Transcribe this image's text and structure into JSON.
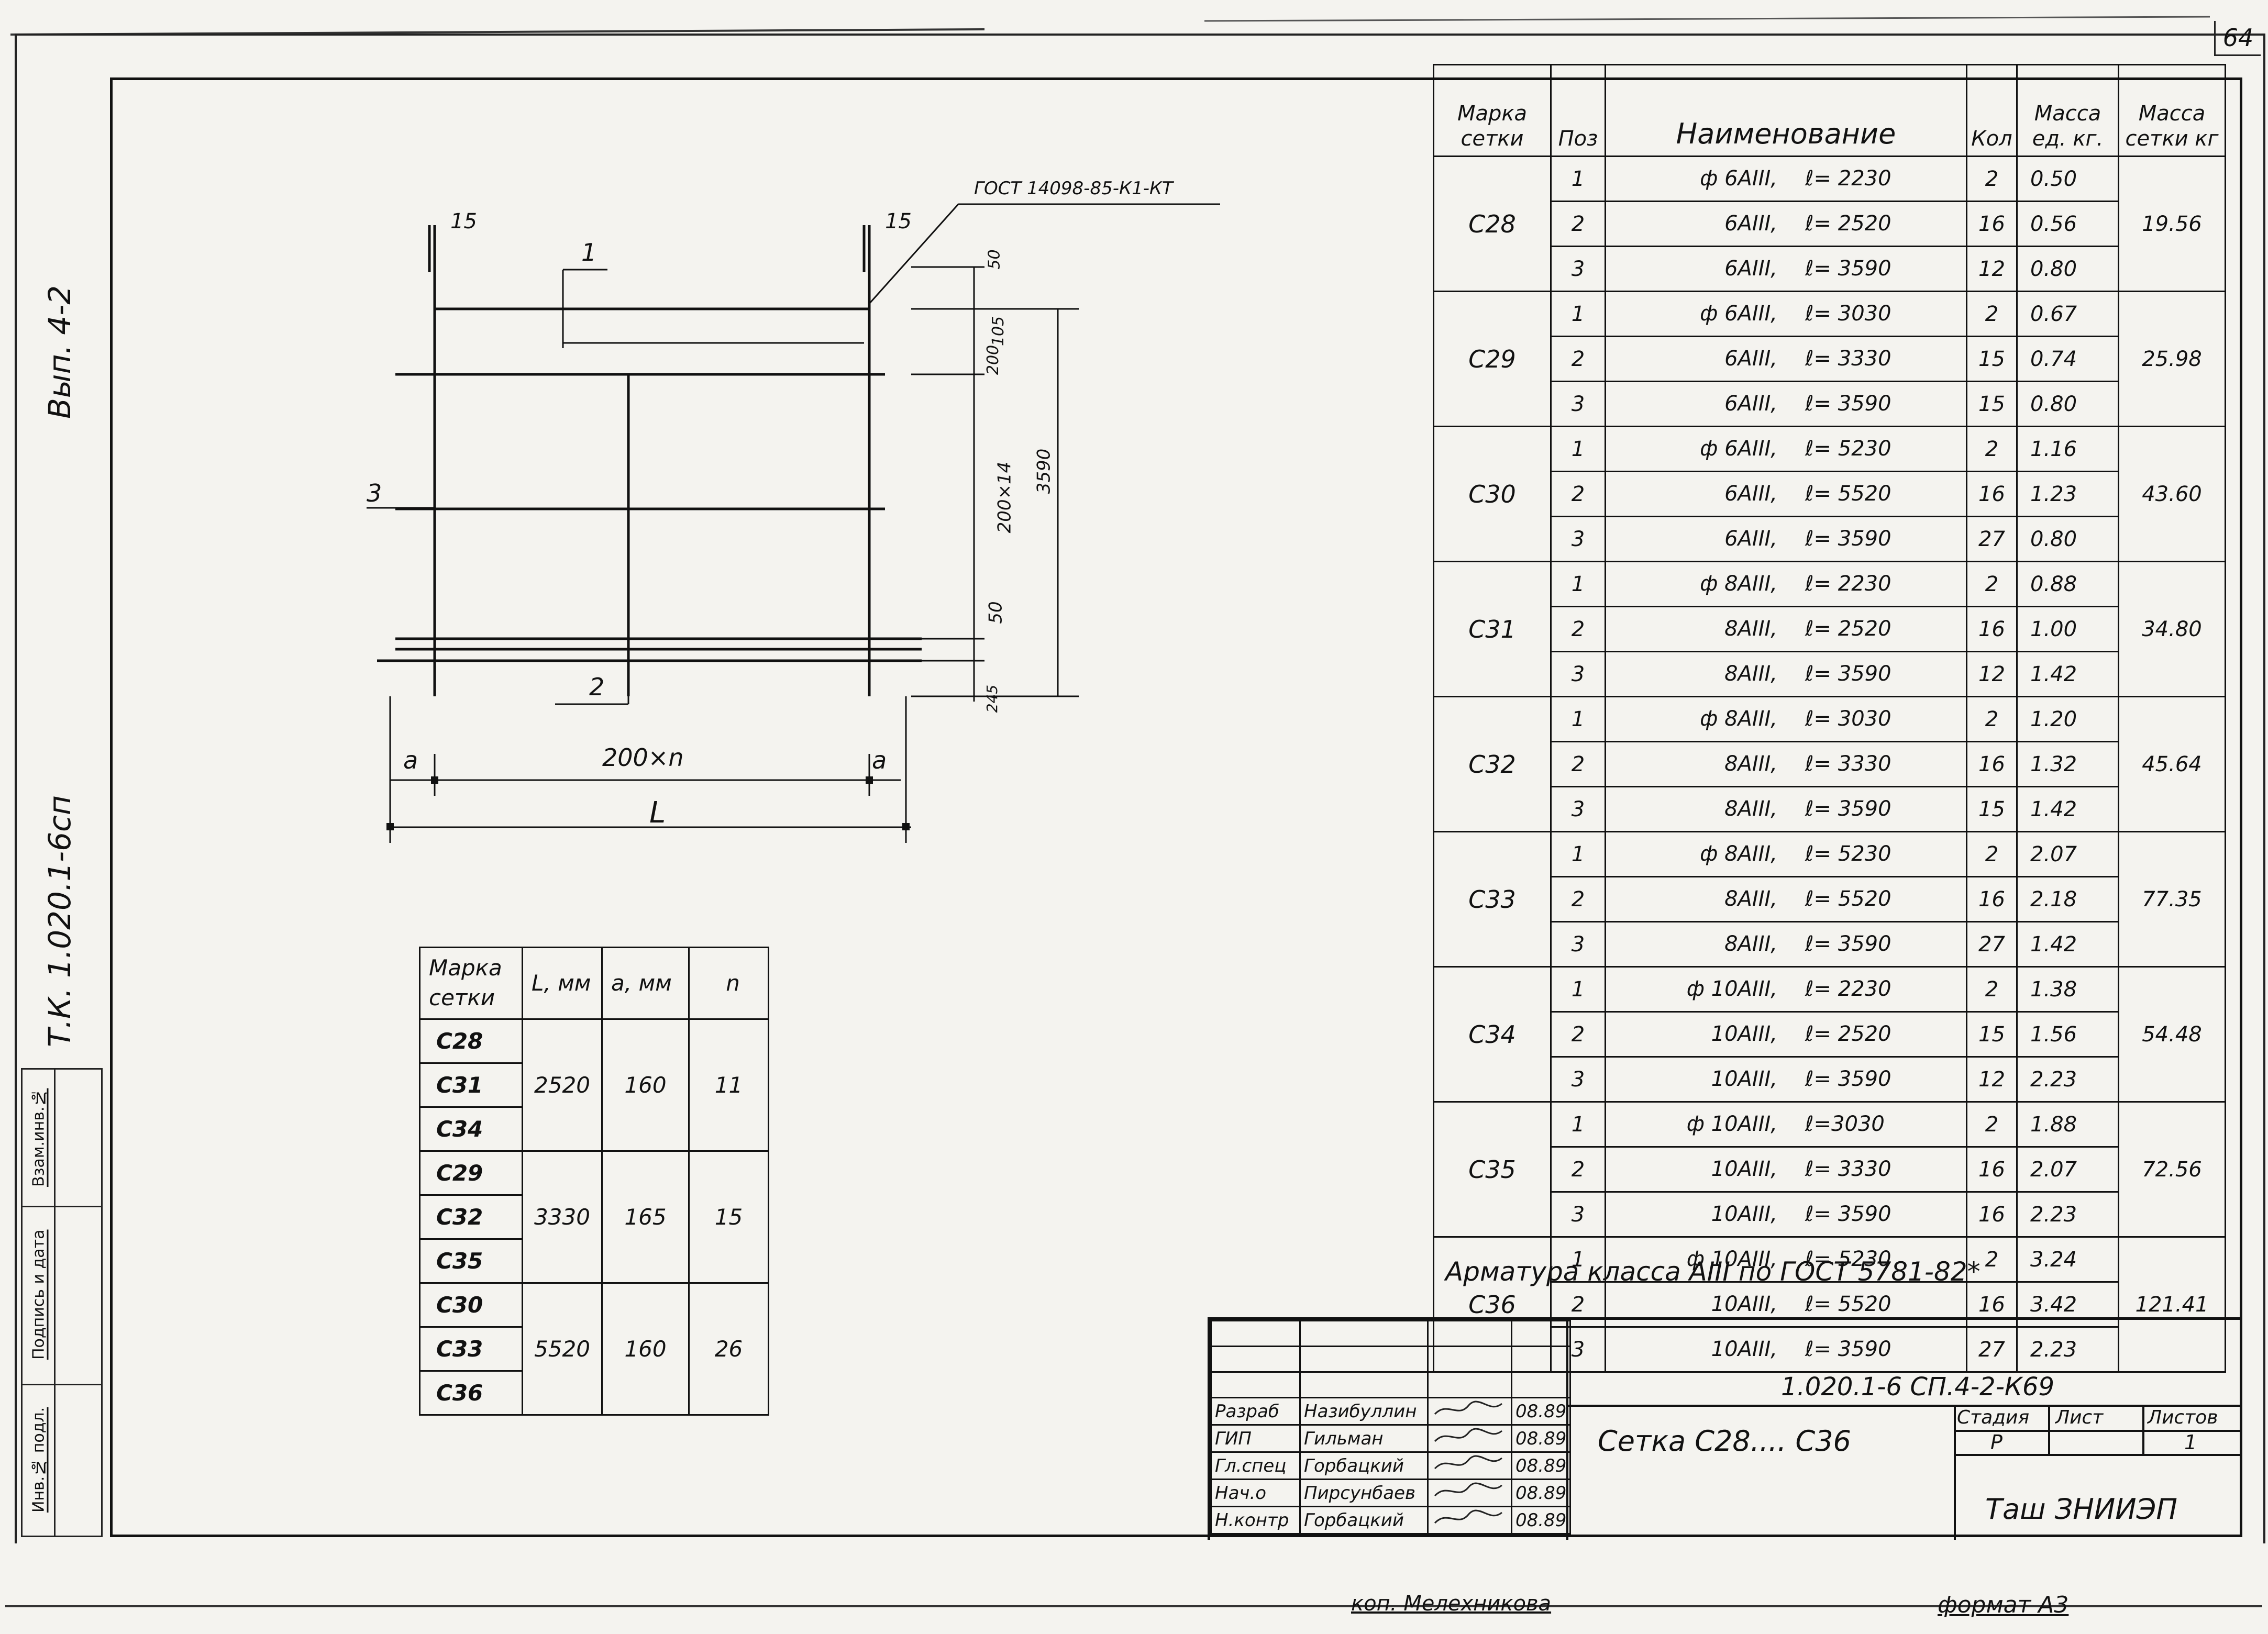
{
  "sheet_number": "64",
  "side_labels": {
    "top": "Вып. 4-2",
    "bottom": "Т.К. 1.020.1-6сп"
  },
  "binding_strip": [
    "Инв.№ подл.",
    "Подпись и дата",
    "Взам.инв.№"
  ],
  "drawing": {
    "gost_note": "ГОСТ 14098-85-К1-КТ",
    "dim_15_left": "15",
    "dim_15_right": "15",
    "pos_1": "1",
    "pos_2": "2",
    "pos_3": "3",
    "dim_a_left": "a",
    "dim_a_right": "a",
    "dim_200n": "200×n",
    "dim_L": "L",
    "dim_50_top": "50",
    "dim_105": "105",
    "dim_200": "200",
    "dim_200x14": "200×14",
    "dim_3590": "3590",
    "dim_50": "50",
    "dim_245": "245"
  },
  "spec_table": {
    "headers": [
      "Марка сетки",
      "Поз",
      "Наименование",
      "Кол",
      "Масса ед. кг.",
      "Масса сетки кг"
    ],
    "groups": [
      {
        "mark": "С28",
        "mass": "19.56",
        "rows": [
          {
            "pos": "1",
            "name": "ф 6АIII,",
            "len": "ℓ= 2230",
            "qty": "2",
            "unit": "0.50"
          },
          {
            "pos": "2",
            "name": "6АIII,",
            "len": "ℓ= 2520",
            "qty": "16",
            "unit": "0.56"
          },
          {
            "pos": "3",
            "name": "6АIII,",
            "len": "ℓ= 3590",
            "qty": "12",
            "unit": "0.80"
          }
        ]
      },
      {
        "mark": "С29",
        "mass": "25.98",
        "rows": [
          {
            "pos": "1",
            "name": "ф 6АIII,",
            "len": "ℓ= 3030",
            "qty": "2",
            "unit": "0.67"
          },
          {
            "pos": "2",
            "name": "6АIII,",
            "len": "ℓ= 3330",
            "qty": "15",
            "unit": "0.74"
          },
          {
            "pos": "3",
            "name": "6АIII,",
            "len": "ℓ= 3590",
            "qty": "15",
            "unit": "0.80"
          }
        ]
      },
      {
        "mark": "С30",
        "mass": "43.60",
        "rows": [
          {
            "pos": "1",
            "name": "ф 6АIII,",
            "len": "ℓ= 5230",
            "qty": "2",
            "unit": "1.16"
          },
          {
            "pos": "2",
            "name": "6АIII,",
            "len": "ℓ= 5520",
            "qty": "16",
            "unit": "1.23"
          },
          {
            "pos": "3",
            "name": "6АIII,",
            "len": "ℓ= 3590",
            "qty": "27",
            "unit": "0.80"
          }
        ]
      },
      {
        "mark": "С31",
        "mass": "34.80",
        "rows": [
          {
            "pos": "1",
            "name": "ф 8АIII,",
            "len": "ℓ= 2230",
            "qty": "2",
            "unit": "0.88"
          },
          {
            "pos": "2",
            "name": "8АIII,",
            "len": "ℓ= 2520",
            "qty": "16",
            "unit": "1.00"
          },
          {
            "pos": "3",
            "name": "8АIII,",
            "len": "ℓ= 3590",
            "qty": "12",
            "unit": "1.42"
          }
        ]
      },
      {
        "mark": "С32",
        "mass": "45.64",
        "rows": [
          {
            "pos": "1",
            "name": "ф 8АIII,",
            "len": "ℓ= 3030",
            "qty": "2",
            "unit": "1.20"
          },
          {
            "pos": "2",
            "name": "8АIII,",
            "len": "ℓ= 3330",
            "qty": "16",
            "unit": "1.32"
          },
          {
            "pos": "3",
            "name": "8АIII,",
            "len": "ℓ= 3590",
            "qty": "15",
            "unit": "1.42"
          }
        ]
      },
      {
        "mark": "С33",
        "mass": "77.35",
        "rows": [
          {
            "pos": "1",
            "name": "ф 8АIII,",
            "len": "ℓ= 5230",
            "qty": "2",
            "unit": "2.07"
          },
          {
            "pos": "2",
            "name": "8АIII,",
            "len": "ℓ= 5520",
            "qty": "16",
            "unit": "2.18"
          },
          {
            "pos": "3",
            "name": "8АIII,",
            "len": "ℓ= 3590",
            "qty": "27",
            "unit": "1.42"
          }
        ]
      },
      {
        "mark": "С34",
        "mass": "54.48",
        "rows": [
          {
            "pos": "1",
            "name": "ф 10АIII,",
            "len": "ℓ= 2230",
            "qty": "2",
            "unit": "1.38"
          },
          {
            "pos": "2",
            "name": "10АIII,",
            "len": "ℓ= 2520",
            "qty": "15",
            "unit": "1.56"
          },
          {
            "pos": "3",
            "name": "10АIII,",
            "len": "ℓ= 3590",
            "qty": "12",
            "unit": "2.23"
          }
        ]
      },
      {
        "mark": "С35",
        "mass": "72.56",
        "rows": [
          {
            "pos": "1",
            "name": "ф 10АIII,",
            "len": "ℓ=3030",
            "qty": "2",
            "unit": "1.88"
          },
          {
            "pos": "2",
            "name": "10АIII,",
            "len": "ℓ= 3330",
            "qty": "16",
            "unit": "2.07"
          },
          {
            "pos": "3",
            "name": "10АIII,",
            "len": "ℓ= 3590",
            "qty": "16",
            "unit": "2.23"
          }
        ]
      },
      {
        "mark": "С36",
        "mass": "121.41",
        "rows": [
          {
            "pos": "1",
            "name": "ф 10АIII,",
            "len": "ℓ= 5230",
            "qty": "2",
            "unit": "3.24"
          },
          {
            "pos": "2",
            "name": "10АIII,",
            "len": "ℓ= 5520",
            "qty": "16",
            "unit": "3.42"
          },
          {
            "pos": "3",
            "name": "10АIII,",
            "len": "ℓ= 3590",
            "qty": "27",
            "unit": "2.23"
          }
        ]
      }
    ],
    "footnote": "Арматура класса АIII по ГОСТ 5781-82*"
  },
  "param_table": {
    "headers": [
      "Марка сетки",
      "L, мм",
      "a, мм",
      "n"
    ],
    "groups": [
      {
        "marks": [
          "С28",
          "С31",
          "С34"
        ],
        "L": "2520",
        "a": "160",
        "n": "11"
      },
      {
        "marks": [
          "С29",
          "С32",
          "С35"
        ],
        "L": "3330",
        "a": "165",
        "n": "15"
      },
      {
        "marks": [
          "С30",
          "С33",
          "С36"
        ],
        "L": "5520",
        "a": "160",
        "n": "26"
      }
    ]
  },
  "title_block": {
    "doc_code": "1.020.1-6 СП.4-2-К69",
    "title": "Сетка С28.... С36",
    "stage_label": "Стадия",
    "sheet_label": "Лист",
    "sheets_label": "Листов",
    "stage": "Р",
    "sheet": "",
    "sheets": "1",
    "org": "Таш ЗНИИЭП",
    "signers": [
      {
        "role": "Разраб",
        "name": "Назибуллин",
        "date": "08.89"
      },
      {
        "role": "ГИП",
        "name": "Гильман",
        "date": "08.89"
      },
      {
        "role": "Гл.спец",
        "name": "Горбацкий",
        "date": "08.89"
      },
      {
        "role": "Нач.о",
        "name": "Пирсунбаев",
        "date": "08.89"
      },
      {
        "role": "Н.контр",
        "name": "Горбацкий",
        "date": "08.89"
      }
    ]
  },
  "footer": {
    "copied": "коп. Мелехникова",
    "format": "формат А3"
  }
}
